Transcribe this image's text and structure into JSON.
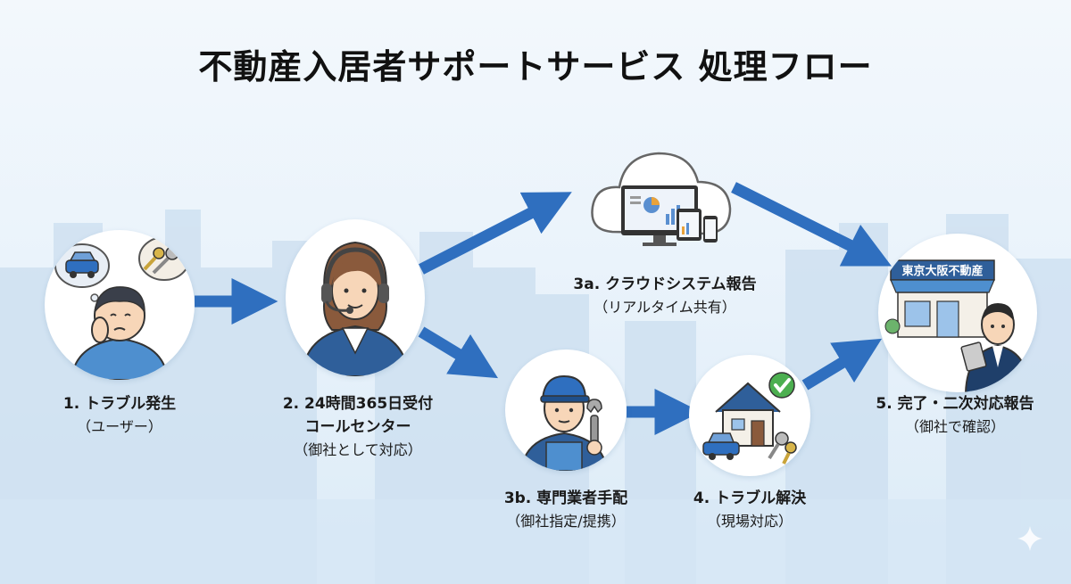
{
  "title": "不動産入居者サポートサービス 処理フロー",
  "steps": {
    "s1": {
      "line1": "1. トラブル発生",
      "line2": "（ユーザー）"
    },
    "s2": {
      "line1": "2. 24時間365日受付",
      "line2": "コールセンター",
      "line3": "（御社として対応）"
    },
    "s3a": {
      "line1": "3a. クラウドシステム報告",
      "line2": "（リアルタイム共有）"
    },
    "s3b": {
      "line1": "3b. 専門業者手配",
      "line2": "（御社指定/提携）"
    },
    "s4": {
      "line1": "4. トラブル解決",
      "line2": "（現場対応）"
    },
    "s5": {
      "line1": "5. 完了・二次対応報告",
      "line2": "（御社で確認）"
    }
  },
  "shop_sign": "東京大阪不動産",
  "colors": {
    "arrow": "#2f6fbf",
    "accent": "#2d5f95",
    "background": "#eaf3fb"
  },
  "icons": [
    "car-icon",
    "key-icon",
    "worried-person-icon",
    "operator-headset-icon",
    "cloud-icon",
    "monitor-icon",
    "tablet-icon",
    "phone-icon",
    "mechanic-icon",
    "wrench-icon",
    "house-icon",
    "check-icon",
    "storefront-icon",
    "businessman-icon",
    "sparkle-icon"
  ]
}
